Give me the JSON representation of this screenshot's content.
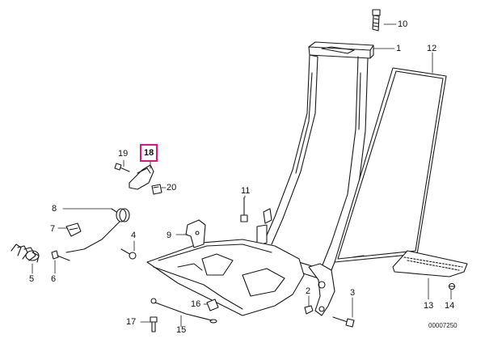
{
  "diagram": {
    "highlight_color": "#e0167e",
    "line_color": "#1a1a1a",
    "diagram_id": "00007250",
    "callouts": [
      {
        "label": "1",
        "highlighted": false
      },
      {
        "label": "2",
        "highlighted": false
      },
      {
        "label": "3",
        "highlighted": false
      },
      {
        "label": "4",
        "highlighted": false
      },
      {
        "label": "5",
        "highlighted": false
      },
      {
        "label": "6",
        "highlighted": false
      },
      {
        "label": "7",
        "highlighted": false
      },
      {
        "label": "8",
        "highlighted": false
      },
      {
        "label": "9",
        "highlighted": false
      },
      {
        "label": "10",
        "highlighted": false
      },
      {
        "label": "11",
        "highlighted": false
      },
      {
        "label": "12",
        "highlighted": false
      },
      {
        "label": "13",
        "highlighted": false
      },
      {
        "label": "14",
        "highlighted": false
      },
      {
        "label": "15",
        "highlighted": false
      },
      {
        "label": "16",
        "highlighted": false
      },
      {
        "label": "17",
        "highlighted": false
      },
      {
        "label": "18",
        "highlighted": true
      },
      {
        "label": "19",
        "highlighted": false
      },
      {
        "label": "20",
        "highlighted": false
      }
    ]
  }
}
